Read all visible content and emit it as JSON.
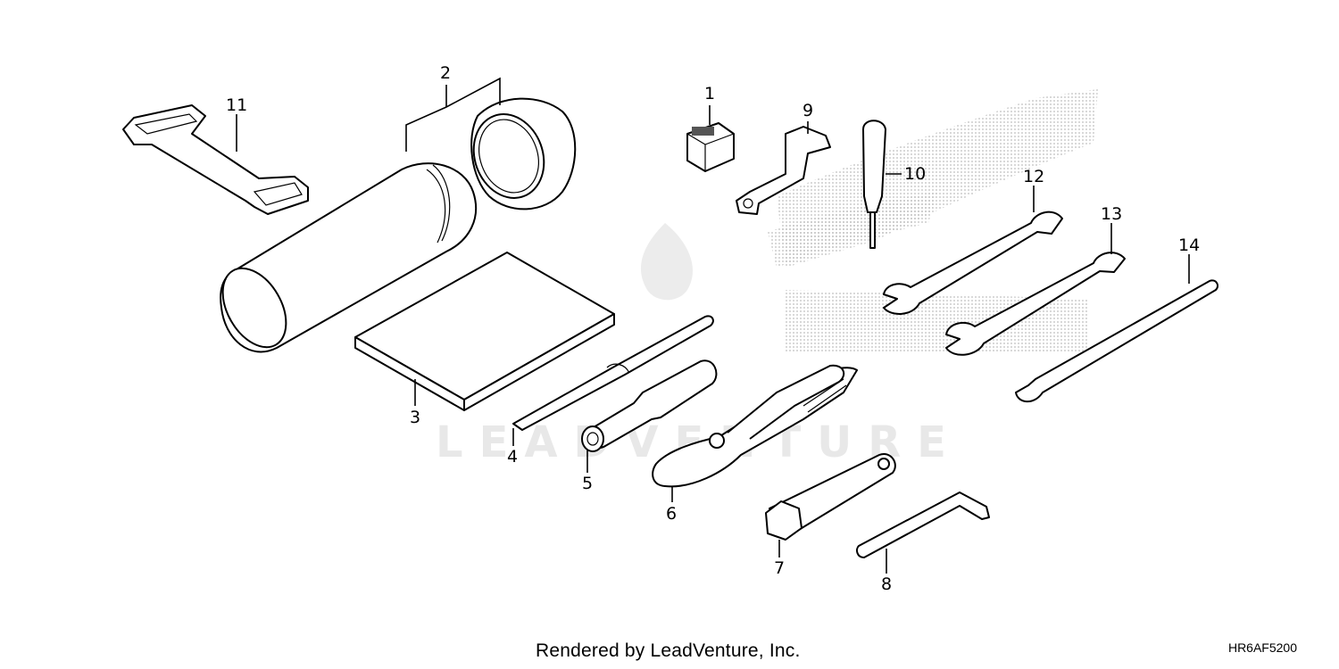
{
  "diagram": {
    "footer_text": "Rendered by LeadVenture, Inc.",
    "diagram_code": "HR6AF5200",
    "callouts": [
      "1",
      "2",
      "3",
      "4",
      "5",
      "6",
      "7",
      "8",
      "9",
      "10",
      "11",
      "12",
      "13",
      "14"
    ]
  }
}
